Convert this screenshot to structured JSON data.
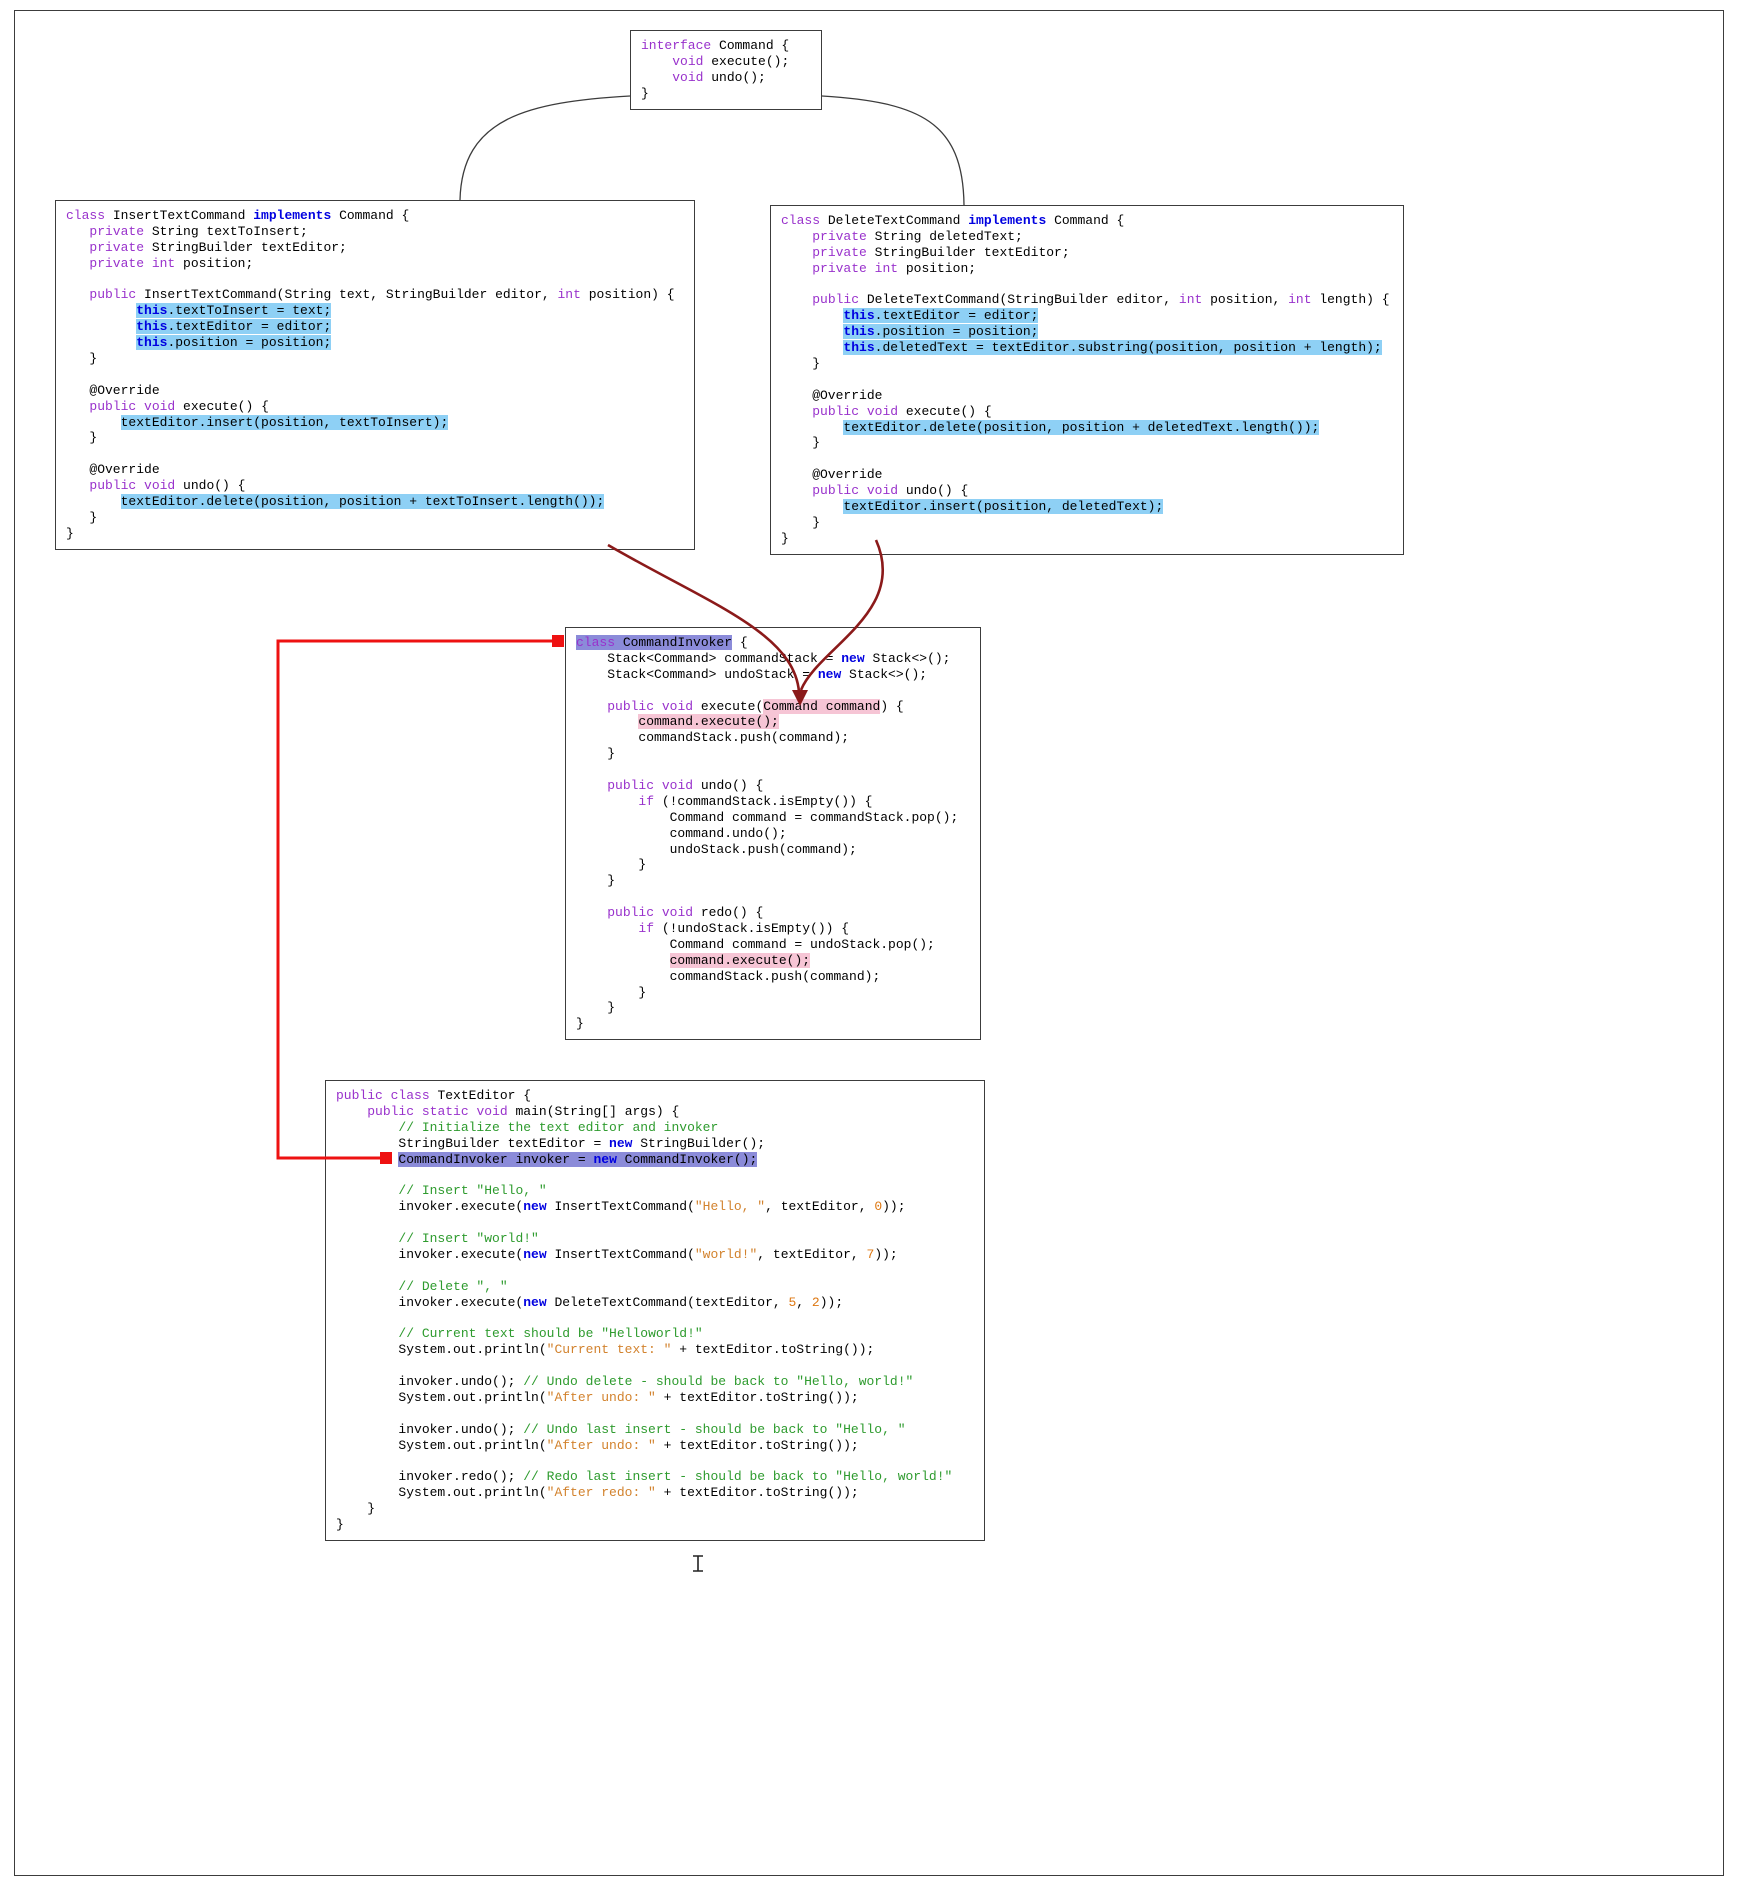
{
  "colors": {
    "highlight_blue": "#8ED0F5",
    "highlight_purple": "#8B8BD9",
    "highlight_pink": "#F6C5D5",
    "reference_line_red": "#EE1111",
    "flow_arrow_maroon": "#8B1A1A",
    "keyword_purple": "#9932CC",
    "keyword_blue_bold": "#0000E0",
    "comment_green": "#2E9B2E",
    "string_orange": "#D2822D",
    "number_orange": "#DD7711"
  },
  "boxes": {
    "command_interface": {
      "lines": [
        [
          {
            "t": "interface",
            "s": "k"
          },
          {
            "t": " Command {"
          }
        ],
        [
          {
            "t": "    "
          },
          {
            "t": "void",
            "s": "k"
          },
          {
            "t": " execute();"
          }
        ],
        [
          {
            "t": "    "
          },
          {
            "t": "void",
            "s": "k"
          },
          {
            "t": " undo();"
          }
        ],
        [
          {
            "t": "}"
          }
        ]
      ]
    },
    "insert_text_command": {
      "lines": [
        [
          {
            "t": "class",
            "s": "k"
          },
          {
            "t": " InsertTextCommand "
          },
          {
            "t": "implements",
            "s": "b"
          },
          {
            "t": " Command {"
          }
        ],
        [
          {
            "t": "   "
          },
          {
            "t": "private",
            "s": "k"
          },
          {
            "t": " String textToInsert;"
          }
        ],
        [
          {
            "t": "   "
          },
          {
            "t": "private",
            "s": "k"
          },
          {
            "t": " StringBuilder textEditor;"
          }
        ],
        [
          {
            "t": "   "
          },
          {
            "t": "private",
            "s": "k"
          },
          {
            "t": " "
          },
          {
            "t": "int",
            "s": "k"
          },
          {
            "t": " position;"
          }
        ],
        [],
        [
          {
            "t": "   "
          },
          {
            "t": "public",
            "s": "k"
          },
          {
            "t": " InsertTextCommand(String text, StringBuilder editor, "
          },
          {
            "t": "int",
            "s": "k"
          },
          {
            "t": " position) {"
          }
        ],
        [
          {
            "t": "         "
          },
          {
            "t": "this",
            "s": "b",
            "h": "B"
          },
          {
            "t": ".textToInsert = text;",
            "h": "B"
          }
        ],
        [
          {
            "t": "         "
          },
          {
            "t": "this",
            "s": "b",
            "h": "B"
          },
          {
            "t": ".textEditor = editor;",
            "h": "B"
          }
        ],
        [
          {
            "t": "         "
          },
          {
            "t": "this",
            "s": "b",
            "h": "B"
          },
          {
            "t": ".position = position;",
            "h": "B"
          }
        ],
        [
          {
            "t": "   }"
          }
        ],
        [],
        [
          {
            "t": "   @Override"
          }
        ],
        [
          {
            "t": "   "
          },
          {
            "t": "public",
            "s": "k"
          },
          {
            "t": " "
          },
          {
            "t": "void",
            "s": "k"
          },
          {
            "t": " execute() {"
          }
        ],
        [
          {
            "t": "       "
          },
          {
            "t": "textEditor.insert(position, textToInsert);",
            "h": "B"
          }
        ],
        [
          {
            "t": "   }"
          }
        ],
        [],
        [
          {
            "t": "   @Override"
          }
        ],
        [
          {
            "t": "   "
          },
          {
            "t": "public",
            "s": "k"
          },
          {
            "t": " "
          },
          {
            "t": "void",
            "s": "k"
          },
          {
            "t": " undo() {"
          }
        ],
        [
          {
            "t": "       "
          },
          {
            "t": "textEditor.delete(position, position + textToInsert.length());",
            "h": "B"
          }
        ],
        [
          {
            "t": "   }"
          }
        ],
        [
          {
            "t": "}"
          }
        ]
      ]
    },
    "delete_text_command": {
      "lines": [
        [
          {
            "t": "class",
            "s": "k"
          },
          {
            "t": " DeleteTextCommand "
          },
          {
            "t": "implements",
            "s": "b"
          },
          {
            "t": " Command {"
          }
        ],
        [
          {
            "t": "    "
          },
          {
            "t": "private",
            "s": "k"
          },
          {
            "t": " String deletedText;"
          }
        ],
        [
          {
            "t": "    "
          },
          {
            "t": "private",
            "s": "k"
          },
          {
            "t": " StringBuilder textEditor;"
          }
        ],
        [
          {
            "t": "    "
          },
          {
            "t": "private",
            "s": "k"
          },
          {
            "t": " "
          },
          {
            "t": "int",
            "s": "k"
          },
          {
            "t": " position;"
          }
        ],
        [],
        [
          {
            "t": "    "
          },
          {
            "t": "public",
            "s": "k"
          },
          {
            "t": " DeleteTextCommand(StringBuilder editor, "
          },
          {
            "t": "int",
            "s": "k"
          },
          {
            "t": " position, "
          },
          {
            "t": "int",
            "s": "k"
          },
          {
            "t": " length) {"
          }
        ],
        [
          {
            "t": "        "
          },
          {
            "t": "this",
            "s": "b",
            "h": "B"
          },
          {
            "t": ".textEditor = editor;",
            "h": "B"
          }
        ],
        [
          {
            "t": "        "
          },
          {
            "t": "this",
            "s": "b",
            "h": "B"
          },
          {
            "t": ".position = position;",
            "h": "B"
          }
        ],
        [
          {
            "t": "        "
          },
          {
            "t": "this",
            "s": "b",
            "h": "B"
          },
          {
            "t": ".deletedText = textEditor.substring(position, position + length);",
            "h": "B"
          }
        ],
        [
          {
            "t": "    }"
          }
        ],
        [],
        [
          {
            "t": "    @Override"
          }
        ],
        [
          {
            "t": "    "
          },
          {
            "t": "public",
            "s": "k"
          },
          {
            "t": " "
          },
          {
            "t": "void",
            "s": "k"
          },
          {
            "t": " execute() {"
          }
        ],
        [
          {
            "t": "        "
          },
          {
            "t": "textEditor.delete(position, position + deletedText.length());",
            "h": "B"
          }
        ],
        [
          {
            "t": "    }"
          }
        ],
        [],
        [
          {
            "t": "    @Override"
          }
        ],
        [
          {
            "t": "    "
          },
          {
            "t": "public",
            "s": "k"
          },
          {
            "t": " "
          },
          {
            "t": "void",
            "s": "k"
          },
          {
            "t": " undo() {"
          }
        ],
        [
          {
            "t": "        "
          },
          {
            "t": "textEditor.insert(position, deletedText);",
            "h": "B"
          }
        ],
        [
          {
            "t": "    }"
          }
        ],
        [
          {
            "t": "}"
          }
        ]
      ]
    },
    "command_invoker": {
      "lines": [
        [
          {
            "t": "class",
            "s": "k",
            "h": "P"
          },
          {
            "t": " CommandInvoker",
            "h": "P"
          },
          {
            "t": " {"
          }
        ],
        [
          {
            "t": "    Stack<Command> commandStack = "
          },
          {
            "t": "new",
            "s": "b"
          },
          {
            "t": " Stack<>();"
          }
        ],
        [
          {
            "t": "    Stack<Command> undoStack = "
          },
          {
            "t": "new",
            "s": "b"
          },
          {
            "t": " Stack<>();"
          }
        ],
        [],
        [
          {
            "t": "    "
          },
          {
            "t": "public",
            "s": "k"
          },
          {
            "t": " "
          },
          {
            "t": "void",
            "s": "k"
          },
          {
            "t": " execute("
          },
          {
            "t": "Command command",
            "h": "K"
          },
          {
            "t": ") {"
          }
        ],
        [
          {
            "t": "        "
          },
          {
            "t": "command.execute();",
            "h": "K"
          }
        ],
        [
          {
            "t": "        commandStack.push(command);"
          }
        ],
        [
          {
            "t": "    }"
          }
        ],
        [],
        [
          {
            "t": "    "
          },
          {
            "t": "public",
            "s": "k"
          },
          {
            "t": " "
          },
          {
            "t": "void",
            "s": "k"
          },
          {
            "t": " undo() {"
          }
        ],
        [
          {
            "t": "        "
          },
          {
            "t": "if",
            "s": "k"
          },
          {
            "t": " (!commandStack.isEmpty()) {"
          }
        ],
        [
          {
            "t": "            Command command = commandStack.pop();"
          }
        ],
        [
          {
            "t": "            command.undo();"
          }
        ],
        [
          {
            "t": "            undoStack.push(command);"
          }
        ],
        [
          {
            "t": "        }"
          }
        ],
        [
          {
            "t": "    }"
          }
        ],
        [],
        [
          {
            "t": "    "
          },
          {
            "t": "public",
            "s": "k"
          },
          {
            "t": " "
          },
          {
            "t": "void",
            "s": "k"
          },
          {
            "t": " redo() {"
          }
        ],
        [
          {
            "t": "        "
          },
          {
            "t": "if",
            "s": "k"
          },
          {
            "t": " (!undoStack.isEmpty()) {"
          }
        ],
        [
          {
            "t": "            Command command = undoStack.pop();"
          }
        ],
        [
          {
            "t": "            "
          },
          {
            "t": "command.execute();",
            "h": "K"
          }
        ],
        [
          {
            "t": "            commandStack.push(command);"
          }
        ],
        [
          {
            "t": "        }"
          }
        ],
        [
          {
            "t": "    }"
          }
        ],
        [
          {
            "t": "}"
          }
        ]
      ]
    },
    "text_editor": {
      "lines": [
        [
          {
            "t": "public",
            "s": "k"
          },
          {
            "t": " "
          },
          {
            "t": "class",
            "s": "k"
          },
          {
            "t": " TextEditor {"
          }
        ],
        [
          {
            "t": "    "
          },
          {
            "t": "public",
            "s": "k"
          },
          {
            "t": " "
          },
          {
            "t": "static",
            "s": "k"
          },
          {
            "t": " "
          },
          {
            "t": "void",
            "s": "k"
          },
          {
            "t": " main(String[] args) {"
          }
        ],
        [
          {
            "t": "        "
          },
          {
            "t": "// Initialize the text editor and invoker",
            "s": "c"
          }
        ],
        [
          {
            "t": "        StringBuilder textEditor = "
          },
          {
            "t": "new",
            "s": "b"
          },
          {
            "t": " StringBuilder();"
          }
        ],
        [
          {
            "t": "        "
          },
          {
            "t": "CommandInvoker invoker = ",
            "h": "P"
          },
          {
            "t": "new",
            "s": "b",
            "h": "P"
          },
          {
            "t": " CommandInvoker();",
            "h": "P"
          }
        ],
        [],
        [
          {
            "t": "        "
          },
          {
            "t": "// Insert \"Hello, \"",
            "s": "c"
          }
        ],
        [
          {
            "t": "        invoker.execute("
          },
          {
            "t": "new",
            "s": "b"
          },
          {
            "t": " InsertTextCommand("
          },
          {
            "t": "\"Hello, \"",
            "s": "s"
          },
          {
            "t": ", textEditor, "
          },
          {
            "t": "0",
            "s": "n"
          },
          {
            "t": "));"
          }
        ],
        [],
        [
          {
            "t": "        "
          },
          {
            "t": "// Insert \"world!\"",
            "s": "c"
          }
        ],
        [
          {
            "t": "        invoker.execute("
          },
          {
            "t": "new",
            "s": "b"
          },
          {
            "t": " InsertTextCommand("
          },
          {
            "t": "\"world!\"",
            "s": "s"
          },
          {
            "t": ", textEditor, "
          },
          {
            "t": "7",
            "s": "n"
          },
          {
            "t": "));"
          }
        ],
        [],
        [
          {
            "t": "        "
          },
          {
            "t": "// Delete \", \"",
            "s": "c"
          }
        ],
        [
          {
            "t": "        invoker.execute("
          },
          {
            "t": "new",
            "s": "b"
          },
          {
            "t": " DeleteTextCommand(textEditor, "
          },
          {
            "t": "5",
            "s": "n"
          },
          {
            "t": ", "
          },
          {
            "t": "2",
            "s": "n"
          },
          {
            "t": "));"
          }
        ],
        [],
        [
          {
            "t": "        "
          },
          {
            "t": "// Current text should be \"Helloworld!\"",
            "s": "c"
          }
        ],
        [
          {
            "t": "        System.out.println("
          },
          {
            "t": "\"Current text: \"",
            "s": "s"
          },
          {
            "t": " + textEditor.toString());"
          }
        ],
        [],
        [
          {
            "t": "        invoker.undo(); "
          },
          {
            "t": "// Undo delete - should be back to \"Hello, world!\"",
            "s": "c"
          }
        ],
        [
          {
            "t": "        System.out.println("
          },
          {
            "t": "\"After undo: \"",
            "s": "s"
          },
          {
            "t": " + textEditor.toString());"
          }
        ],
        [],
        [
          {
            "t": "        invoker.undo(); "
          },
          {
            "t": "// Undo last insert - should be back to \"Hello, \"",
            "s": "c"
          }
        ],
        [
          {
            "t": "        System.out.println("
          },
          {
            "t": "\"After undo: \"",
            "s": "s"
          },
          {
            "t": " + textEditor.toString());"
          }
        ],
        [],
        [
          {
            "t": "        invoker.redo(); "
          },
          {
            "t": "// Redo last insert - should be back to \"Hello, world!\"",
            "s": "c"
          }
        ],
        [
          {
            "t": "        System.out.println("
          },
          {
            "t": "\"After redo: \"",
            "s": "s"
          },
          {
            "t": " + textEditor.toString());"
          }
        ],
        [
          {
            "t": "    }"
          }
        ],
        [
          {
            "t": "}"
          }
        ]
      ]
    }
  }
}
